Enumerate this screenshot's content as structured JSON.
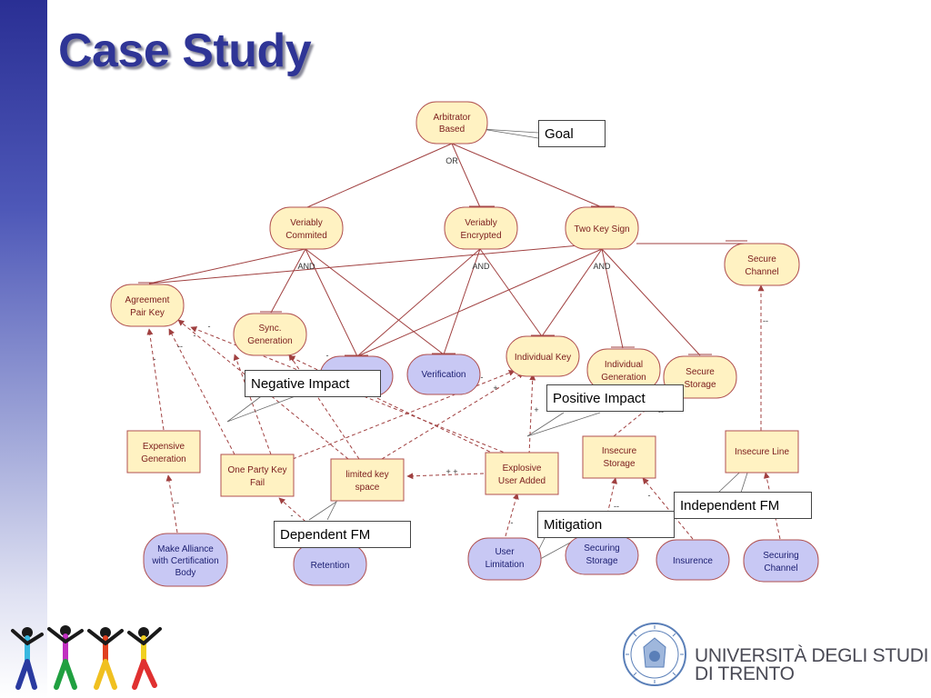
{
  "slide": {
    "title": "Case Study"
  },
  "nodes": [
    {
      "id": "arbitrator",
      "label": "Arbitrator\nBased",
      "kind": "goal"
    },
    {
      "id": "verifiably_commited",
      "label": "Veriably\nCommited",
      "kind": "goal"
    },
    {
      "id": "verifiably_encrypted",
      "label": "Veriably\nEncrypted",
      "kind": "goal"
    },
    {
      "id": "two_key_sign",
      "label": "Two Key Sign",
      "kind": "goal"
    },
    {
      "id": "secure_channel",
      "label": "Secure\nChannel",
      "kind": "goal"
    },
    {
      "id": "agreement_pair_key",
      "label": "Agreement\nPair Key",
      "kind": "goal"
    },
    {
      "id": "sync_generation",
      "label": "Sync.\nGeneration",
      "kind": "goal"
    },
    {
      "id": "hidden_node",
      "label": "",
      "kind": "task"
    },
    {
      "id": "verification",
      "label": "Verification",
      "kind": "task"
    },
    {
      "id": "individual_key",
      "label": "Individual Key",
      "kind": "goal"
    },
    {
      "id": "individual_generation",
      "label": "Individual\nGeneration",
      "kind": "goal"
    },
    {
      "id": "secure_storage",
      "label": "Secure\nStorage",
      "kind": "goal"
    },
    {
      "id": "expensive_generation",
      "label": "Expensive\nGeneration",
      "kind": "failure"
    },
    {
      "id": "one_party_key_fail",
      "label": "One Party Key\nFail",
      "kind": "failure"
    },
    {
      "id": "limited_key_space",
      "label": "limited key\nspace",
      "kind": "failure"
    },
    {
      "id": "explosive_user_added",
      "label": "Explosive\nUser Added",
      "kind": "failure"
    },
    {
      "id": "insecure_storage",
      "label": "Insecure\nStorage",
      "kind": "failure"
    },
    {
      "id": "insecure_line",
      "label": "Insecure Line",
      "kind": "failure"
    },
    {
      "id": "make_alliance",
      "label": "Make Alliance\nwith Certification\nBody",
      "kind": "task"
    },
    {
      "id": "retention",
      "label": "Retention",
      "kind": "task"
    },
    {
      "id": "user_limitation",
      "label": "User\nLimitation",
      "kind": "task"
    },
    {
      "id": "securing_storage",
      "label": "Securing\nStorage",
      "kind": "task"
    },
    {
      "id": "insurence",
      "label": "Insurence",
      "kind": "task"
    },
    {
      "id": "securing_channel",
      "label": "Securing\nChannel",
      "kind": "task"
    }
  ],
  "decomposition_labels": {
    "or": "OR",
    "and": "AND"
  },
  "impact_signs": {
    "minus": "-",
    "double_minus": "--",
    "plus": "+",
    "double_plus": "+ +"
  },
  "callouts": {
    "goal": "Goal",
    "negative_impact": "Negative Impact",
    "positive_impact": "Positive Impact",
    "independent_fm": "Independent FM",
    "mitigation": "Mitigation",
    "dependent_fm": "Dependent FM"
  },
  "footer": {
    "university_line1": "UNIVERSITÀ DEGLI STUDI",
    "university_line2": "DI TRENTO"
  },
  "colors": {
    "title": "#2f3596",
    "goal_fill": "#fff2c2",
    "failure_fill": "#fff2c2",
    "task_fill": "#c8c8f4",
    "edge": "#a04040"
  }
}
